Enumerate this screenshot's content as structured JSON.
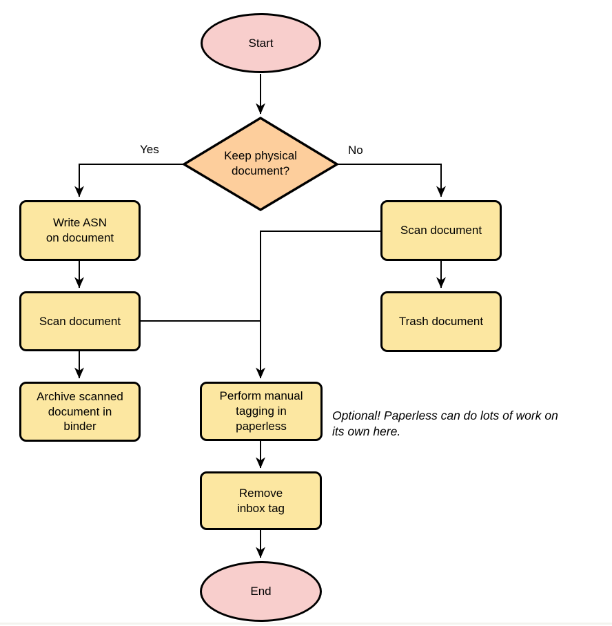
{
  "diagram": {
    "type": "flowchart",
    "nodes": {
      "start": {
        "label": "Start",
        "shape": "terminator"
      },
      "decision": {
        "label": "Keep physical\ndocument?",
        "shape": "decision"
      },
      "write_asn": {
        "label": "Write ASN\non document",
        "shape": "process"
      },
      "scan_left": {
        "label": "Scan document",
        "shape": "process"
      },
      "archive": {
        "label": "Archive scanned\ndocument in\nbinder",
        "shape": "process"
      },
      "scan_right": {
        "label": "Scan document",
        "shape": "process"
      },
      "trash": {
        "label": "Trash document",
        "shape": "process"
      },
      "tagging": {
        "label": "Perform manual\ntagging in\npaperless",
        "shape": "process"
      },
      "remove_inbox": {
        "label": "Remove\ninbox tag",
        "shape": "process"
      },
      "end": {
        "label": "End",
        "shape": "terminator"
      }
    },
    "edge_labels": {
      "yes": "Yes",
      "no": "No"
    },
    "annotation": "Optional! Paperless can do lots of work on\nits own here.",
    "colors": {
      "terminator_fill": "#f8cecc",
      "decision_fill": "#fdce9c",
      "process_fill": "#fce7a1",
      "stroke": "#000000"
    }
  }
}
